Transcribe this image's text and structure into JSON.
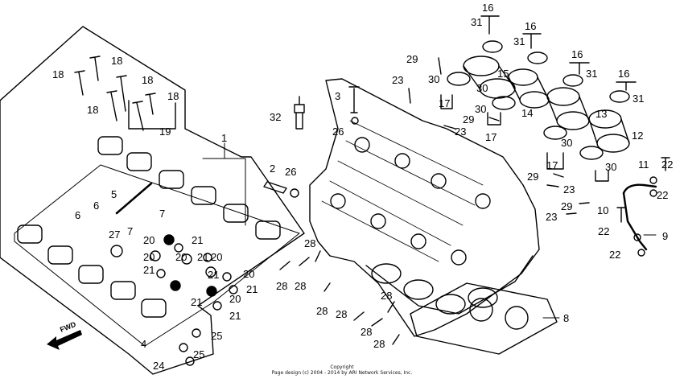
{
  "diagram": {
    "part_numbers": {
      "p1": "1",
      "p2": "2",
      "p3": "3",
      "p4": "4",
      "p5": "5",
      "p6a": "6",
      "p6b": "6",
      "p7a": "7",
      "p7b": "7",
      "p8": "8",
      "p9": "9",
      "p10": "10",
      "p11": "11",
      "p12": "12",
      "p13": "13",
      "p14": "14",
      "p15": "15",
      "p16a": "16",
      "p16b": "16",
      "p16c": "16",
      "p16d": "16",
      "p17a": "17",
      "p17b": "17",
      "p17c": "17",
      "p18a": "18",
      "p18b": "18",
      "p18c": "18",
      "p18d": "18",
      "p18e": "18",
      "p19": "19",
      "p20a": "20",
      "p20b": "20",
      "p20c": "20",
      "p20d": "20",
      "p20e": "20",
      "p20f": "20",
      "p21a": "21",
      "p21b": "21",
      "p21c": "21",
      "p21d": "21",
      "p21e": "21",
      "p21f": "21",
      "p21g": "21",
      "p22a": "22",
      "p22b": "22",
      "p22c": "22",
      "p22d": "22",
      "p23a": "23",
      "p23b": "23",
      "p23c": "23",
      "p23d": "23",
      "p24": "24",
      "p25a": "25",
      "p25b": "25",
      "p26a": "26",
      "p26b": "26",
      "p27": "27",
      "p28a": "28",
      "p28b": "28",
      "p28c": "28",
      "p28d": "28",
      "p28e": "28",
      "p28f": "28",
      "p28g": "28",
      "p28h": "28",
      "p29a": "29",
      "p29b": "29",
      "p29c": "29",
      "p29d": "29",
      "p30a": "30",
      "p30b": "30",
      "p30c": "30",
      "p30d": "30",
      "p30e": "30",
      "p31a": "31",
      "p31b": "31",
      "p31c": "31",
      "p31d": "31",
      "p32": "32"
    },
    "fwd_label": "FWD",
    "copyright_line1": "Copyright",
    "copyright_line2": "Page design (c) 2004 - 2014 by ARI Network Services, Inc."
  }
}
